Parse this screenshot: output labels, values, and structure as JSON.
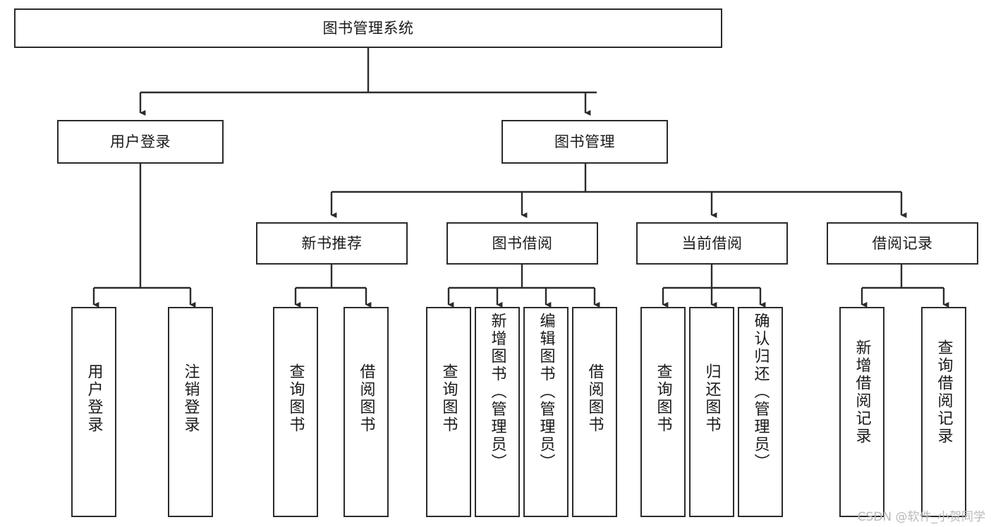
{
  "diagram": {
    "type": "tree-hierarchy",
    "title": "图书管理系统",
    "watermark": "CSDN @软件_小贺同学",
    "colors": {
      "stroke": "#2b2b2b",
      "fill": "#ffffff",
      "text": "#1a1a1a",
      "watermark": "#b9b9b9"
    },
    "nodes": {
      "root": {
        "label": "图书管理系统"
      },
      "level2": [
        {
          "id": "user-login",
          "label": "用户登录"
        },
        {
          "id": "book-management",
          "label": "图书管理"
        }
      ],
      "level3": [
        {
          "id": "new-book-recommend",
          "label": "新书推荐"
        },
        {
          "id": "book-borrow",
          "label": "图书借阅"
        },
        {
          "id": "current-borrow",
          "label": "当前借阅"
        },
        {
          "id": "borrow-record",
          "label": "借阅记录"
        }
      ],
      "leaves": [
        {
          "id": "leaf-user-login",
          "label": "用户登录",
          "parent": "user-login"
        },
        {
          "id": "leaf-logout-login",
          "label": "注销登录",
          "parent": "user-login"
        },
        {
          "id": "leaf-query-book-1",
          "label": "查询图书",
          "parent": "new-book-recommend"
        },
        {
          "id": "leaf-borrow-book-1",
          "label": "借阅图书",
          "parent": "new-book-recommend"
        },
        {
          "id": "leaf-query-book-2",
          "label": "查询图书",
          "parent": "book-borrow"
        },
        {
          "id": "leaf-add-book",
          "label": "新增图书（管理员）",
          "parent": "book-borrow"
        },
        {
          "id": "leaf-edit-book",
          "label": "编辑图书（管理员）",
          "parent": "book-borrow"
        },
        {
          "id": "leaf-borrow-book-2",
          "label": "借阅图书",
          "parent": "book-borrow"
        },
        {
          "id": "leaf-query-book-3",
          "label": "查询图书",
          "parent": "current-borrow"
        },
        {
          "id": "leaf-return-book",
          "label": "归还图书",
          "parent": "current-borrow"
        },
        {
          "id": "leaf-confirm-return",
          "label": "确认归还（管理员）",
          "parent": "current-borrow"
        },
        {
          "id": "leaf-add-record",
          "label": "新增借阅记录",
          "parent": "borrow-record"
        },
        {
          "id": "leaf-query-record",
          "label": "查询借阅记录",
          "parent": "borrow-record"
        }
      ]
    }
  }
}
